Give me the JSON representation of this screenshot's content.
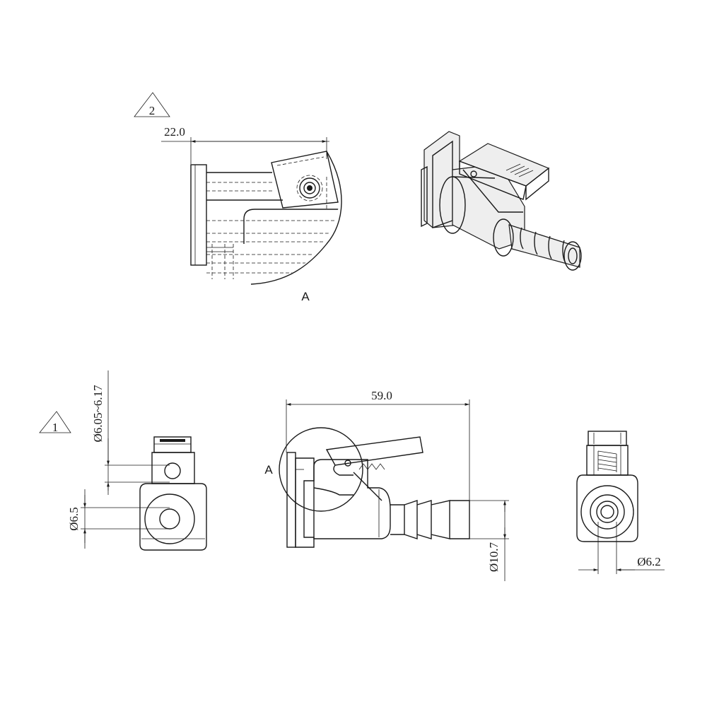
{
  "callouts": {
    "note_2": "2",
    "note_1": "1",
    "detail_label_below": "A",
    "detail_label_side": "A"
  },
  "dimensions": {
    "detail_width": "22.0",
    "overall_length": "59.0",
    "bore_diameter_range": "Ø6.05~6.17",
    "port_diameter": "Ø6.5",
    "hose_barb_diameter": "Ø10.7",
    "outlet_diameter": "Ø6.2"
  }
}
